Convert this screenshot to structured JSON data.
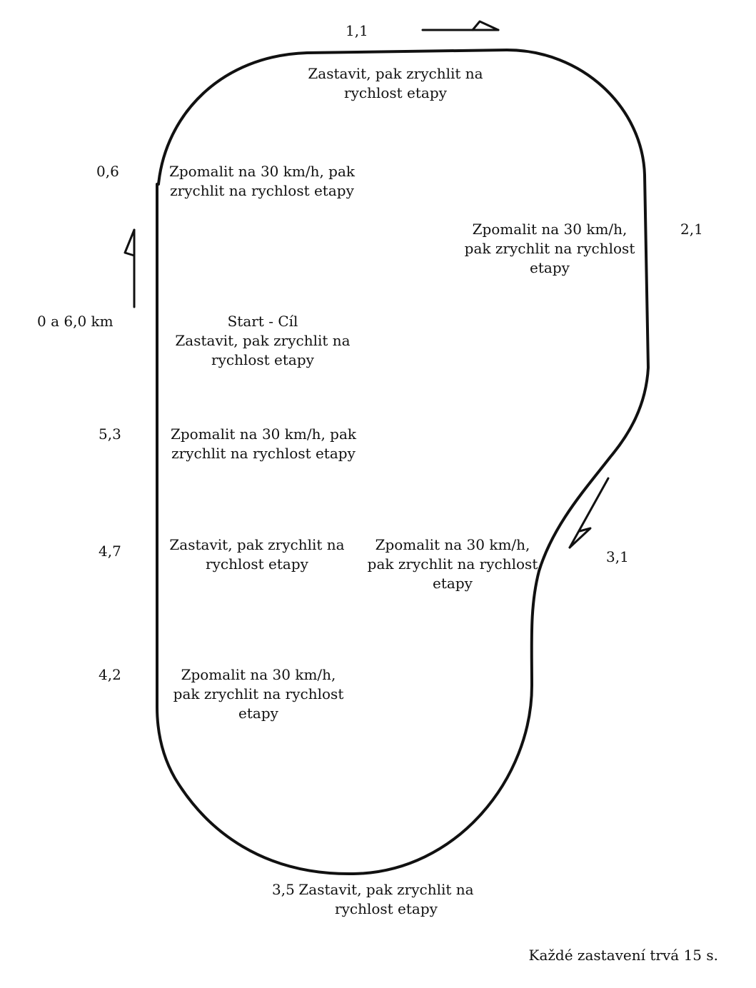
{
  "markers": {
    "km_0_6": "0,6",
    "km_1_1": "1,1",
    "km_2_1": "2,1",
    "km_3_1": "3,1",
    "km_3_5": "3,5",
    "km_4_2": "4,2",
    "km_4_7": "4,7",
    "km_5_3": "5,3",
    "km_start": "0 a 6,0 km"
  },
  "instructions": {
    "at_1_1": [
      "Zastavit, pak zrychlit na",
      "rychlost etapy"
    ],
    "at_0_6": [
      "Zpomalit na 30 km/h, pak",
      "zrychlit na rychlost etapy"
    ],
    "at_2_1": [
      "Zpomalit na 30 km/h,",
      "pak zrychlit na rychlost",
      "etapy"
    ],
    "at_start": [
      "Start - Cíl",
      "Zastavit, pak zrychlit na",
      "rychlost etapy"
    ],
    "at_5_3": [
      "Zpomalit na 30 km/h, pak",
      "zrychlit na rychlost etapy"
    ],
    "at_4_7": [
      "Zastavit, pak zrychlit na",
      "rychlost etapy"
    ],
    "at_3_1": [
      "Zpomalit na 30 km/h,",
      "pak zrychlit na rychlost",
      "etapy"
    ],
    "at_4_2": [
      "Zpomalit na 30 km/h,",
      "pak zrychlit na rychlost",
      "etapy"
    ],
    "at_3_5": [
      "Zastavit, pak zrychlit na",
      "rychlost etapy"
    ]
  },
  "footnote": "Každé zastavení trvá 15 s.",
  "colors": {
    "line": "#111111",
    "text": "#111111",
    "background": "#ffffff"
  }
}
